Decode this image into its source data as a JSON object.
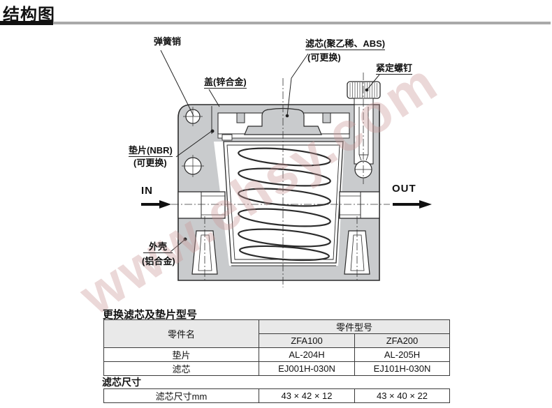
{
  "header": {
    "title": "结构图"
  },
  "diagram": {
    "labels": {
      "spring_pin": "弹簧销",
      "cover": "盖(锌合金)",
      "filter": "滤芯(聚乙稀、ABS)",
      "filter_note": "(可更换)",
      "set_screw": "紧定螺钉",
      "gasket": "垫片(NBR)",
      "gasket_note": "(可更换)",
      "housing": "外壳",
      "housing_note": "(铝合金)",
      "inlet": "IN",
      "outlet": "OUT"
    },
    "watermark": "www.ehsy.com"
  },
  "parts_table": {
    "title": "更换滤芯及垫片型号",
    "col_part_name": "零件名",
    "col_part_model": "零件型号",
    "models": [
      "ZFA100",
      "ZFA200"
    ],
    "rows": [
      {
        "name": "垫片",
        "zfa100": "AL-204H",
        "zfa200": "AL-205H"
      },
      {
        "name": "滤芯",
        "zfa100": "EJ001H-030N",
        "zfa200": "EJ101H-030N"
      }
    ]
  },
  "size_table": {
    "title": "滤芯尺寸",
    "rows": [
      {
        "name": "滤芯尺寸mm",
        "zfa100": "43 × 42 × 12",
        "zfa200": "43 × 40 × 22"
      }
    ]
  },
  "colors": {
    "section_fill": "#c9cbcd",
    "line": "#2b2b2b",
    "title_bar_black": "#111111",
    "title_bar_gray": "#a9a9a9",
    "table_header_bg": "#e9e9e9",
    "watermark_pink": "#cb9898"
  }
}
